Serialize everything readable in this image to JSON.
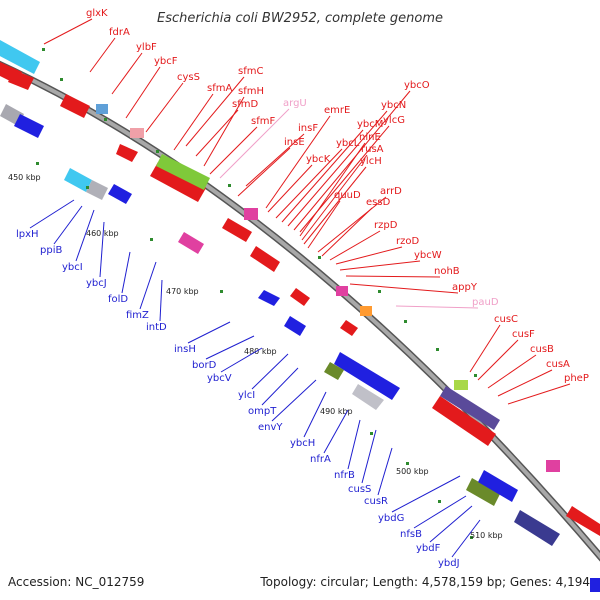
{
  "title": "Escherichia coli BW2952, complete genome",
  "footer": {
    "accession": "Accession: NC_012759",
    "summary": "Topology: circular; Length: 4,578,159 bp; Genes: 4,194"
  },
  "colors": {
    "background": "#ffffff",
    "genome_line": "#8a8a8a",
    "label_red": "#e31a1c",
    "label_blue": "#1f1fd0",
    "label_pink": "#f0a0c8",
    "tick_green": "#2e8b2e"
  },
  "kbp_markers": [
    "450 kbp",
    "460 kbp",
    "470 kbp",
    "480 kbp",
    "490 kbp",
    "500 kbp",
    "510 kbp"
  ],
  "genes_top": [
    {
      "name": "glxK",
      "color": "red"
    },
    {
      "name": "fdrA",
      "color": "red"
    },
    {
      "name": "ylbF",
      "color": "red"
    },
    {
      "name": "ybcF",
      "color": "red"
    },
    {
      "name": "cysS",
      "color": "red"
    },
    {
      "name": "sfmA",
      "color": "red"
    },
    {
      "name": "sfmC",
      "color": "red"
    },
    {
      "name": "sfmD",
      "color": "red"
    },
    {
      "name": "sfmH",
      "color": "red"
    },
    {
      "name": "argU",
      "color": "pink"
    },
    {
      "name": "sfmF",
      "color": "red"
    },
    {
      "name": "insF",
      "color": "red"
    },
    {
      "name": "insE",
      "color": "red"
    },
    {
      "name": "emrE",
      "color": "red"
    },
    {
      "name": "ybcK",
      "color": "red"
    },
    {
      "name": "ybcL",
      "color": "red"
    },
    {
      "name": "ybcM",
      "color": "red"
    },
    {
      "name": "ybcN",
      "color": "red"
    },
    {
      "name": "ybcO",
      "color": "red"
    },
    {
      "name": "ylcG",
      "color": "red"
    },
    {
      "name": "ninE",
      "color": "red"
    },
    {
      "name": "rusA",
      "color": "red"
    },
    {
      "name": "ylcH",
      "color": "red"
    },
    {
      "name": "quuD",
      "color": "red"
    },
    {
      "name": "arrD",
      "color": "red"
    },
    {
      "name": "essD",
      "color": "red"
    },
    {
      "name": "rzpD",
      "color": "red"
    },
    {
      "name": "rzoD",
      "color": "red"
    },
    {
      "name": "ybcW",
      "color": "red"
    },
    {
      "name": "nohB",
      "color": "red"
    },
    {
      "name": "appY",
      "color": "red"
    },
    {
      "name": "pauD",
      "color": "pink"
    },
    {
      "name": "cusC",
      "color": "red"
    },
    {
      "name": "cusF",
      "color": "red"
    },
    {
      "name": "cusB",
      "color": "red"
    },
    {
      "name": "cusA",
      "color": "red"
    },
    {
      "name": "pheP",
      "color": "red"
    }
  ],
  "genes_bottom": [
    {
      "name": "lpxH"
    },
    {
      "name": "ppiB"
    },
    {
      "name": "ybcI"
    },
    {
      "name": "ybcJ"
    },
    {
      "name": "folD"
    },
    {
      "name": "fimZ"
    },
    {
      "name": "intD"
    },
    {
      "name": "insH"
    },
    {
      "name": "borD"
    },
    {
      "name": "ybcV"
    },
    {
      "name": "ylcI"
    },
    {
      "name": "ompT"
    },
    {
      "name": "envY"
    },
    {
      "name": "ybcH"
    },
    {
      "name": "nfrA"
    },
    {
      "name": "nfrB"
    },
    {
      "name": "cusS"
    },
    {
      "name": "cusR"
    },
    {
      "name": "ybdG"
    },
    {
      "name": "nfsB"
    },
    {
      "name": "ybdF"
    },
    {
      "name": "ybdJ"
    }
  ]
}
